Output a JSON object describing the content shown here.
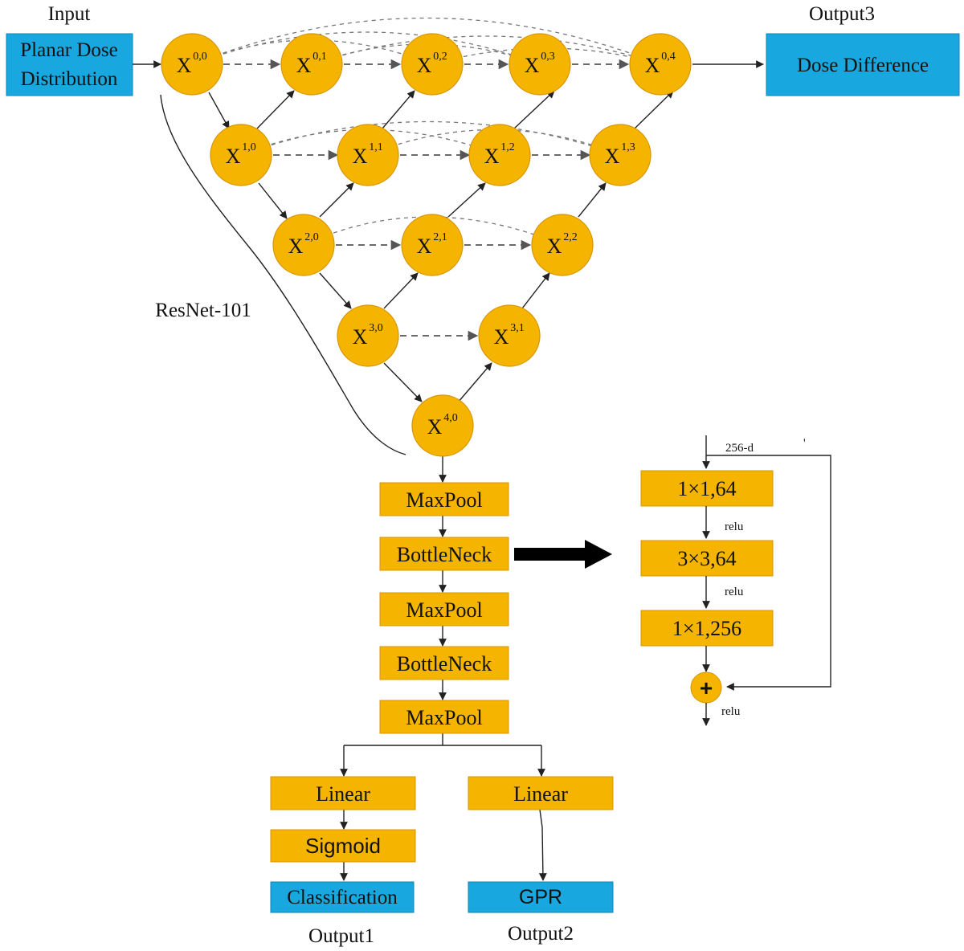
{
  "labels": {
    "input": "Input",
    "output3": "Output3",
    "resnet": "ResNet-101",
    "output1": "Output1",
    "output2": "Output2"
  },
  "io_boxes": {
    "input_line1": "Planar Dose",
    "input_line2": "Distribution",
    "dose_difference": "Dose Difference",
    "classification": "Classification",
    "gpr": "GPR"
  },
  "nodes": [
    {
      "id": "x00",
      "base": "X",
      "sup": "0,0"
    },
    {
      "id": "x01",
      "base": "X",
      "sup": "0,1"
    },
    {
      "id": "x02",
      "base": "X",
      "sup": "0,2"
    },
    {
      "id": "x03",
      "base": "X",
      "sup": "0,3"
    },
    {
      "id": "x04",
      "base": "X",
      "sup": "0,4"
    },
    {
      "id": "x10",
      "base": "X",
      "sup": "1,0"
    },
    {
      "id": "x11",
      "base": "X",
      "sup": "1,1"
    },
    {
      "id": "x12",
      "base": "X",
      "sup": "1,2"
    },
    {
      "id": "x13",
      "base": "X",
      "sup": "1,3"
    },
    {
      "id": "x20",
      "base": "X",
      "sup": "2,0"
    },
    {
      "id": "x21",
      "base": "X",
      "sup": "2,1"
    },
    {
      "id": "x22",
      "base": "X",
      "sup": "2,2"
    },
    {
      "id": "x30",
      "base": "X",
      "sup": "3,0"
    },
    {
      "id": "x31",
      "base": "X",
      "sup": "3,1"
    },
    {
      "id": "x40",
      "base": "X",
      "sup": "4,0"
    }
  ],
  "backbone": [
    "MaxPool",
    "BottleNeck",
    "MaxPool",
    "BottleNeck",
    "MaxPool"
  ],
  "heads": {
    "left_linear": "Linear",
    "sigmoid": "Sigmoid",
    "right_linear": "Linear"
  },
  "bottleneck_detail": {
    "input_dim": "256-d",
    "tick_mark": "'",
    "conv1": "1×1,64",
    "conv2": "3×3,64",
    "conv3": "1×1,256",
    "relu": "relu",
    "add_symbol": "+"
  },
  "colors": {
    "node_fill": "#F5B400",
    "node_stroke": "#D89400",
    "box_fill": "#F5B400",
    "io_fill": "#19A7DF",
    "io_stroke": "#0E86B8"
  }
}
